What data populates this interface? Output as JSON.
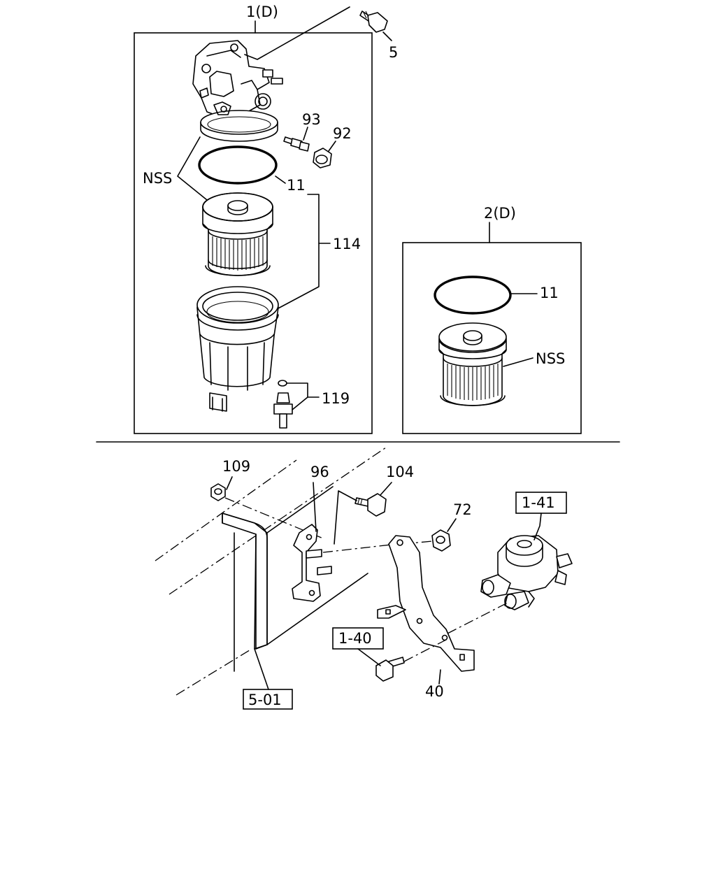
{
  "labels": {
    "assy_1": "1(D)",
    "assy_2": "2(D)",
    "p5": "5",
    "p93": "93",
    "p92": "92",
    "nss_left": "NSS",
    "p11_left": "11",
    "p114": "114",
    "p119": "119",
    "p11_right": "11",
    "nss_right": "NSS",
    "p109": "109",
    "p96": "96",
    "p104": "104",
    "p72": "72",
    "ref_1_41": "1-41",
    "ref_1_40": "1-40",
    "p40": "40",
    "ref_5_01": "5-01"
  }
}
